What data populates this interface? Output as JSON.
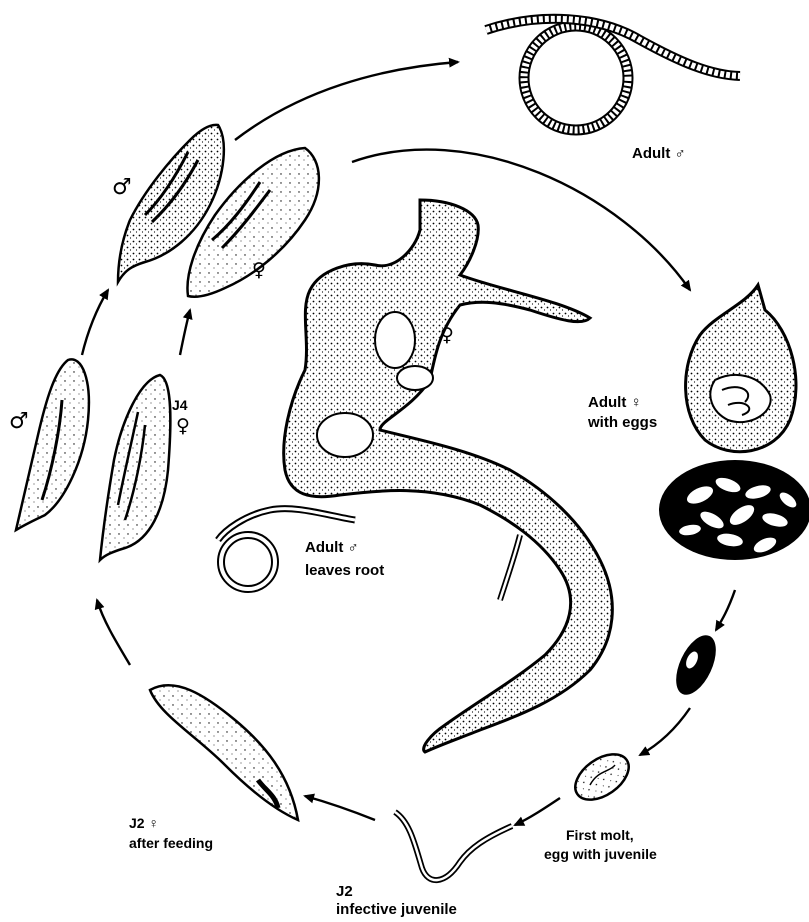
{
  "labels": {
    "adult_male": "Adult ♂",
    "adult_female_eggs_l1": "Adult ♀",
    "adult_female_eggs_l2": "with eggs",
    "first_molt_l1": "First molt,",
    "first_molt_l2": "egg with juvenile",
    "j2_infective_l1": "J2",
    "j2_infective_l2": "infective juvenile",
    "j2_after_feeding_l1": "J2 ♀",
    "j2_after_feeding_l2": "after feeding",
    "adult_male_leaves_l1": "Adult ♂",
    "adult_male_leaves_l2": "leaves root",
    "j4": "J4",
    "female_symbol": "♀",
    "male_symbol": "♂"
  }
}
